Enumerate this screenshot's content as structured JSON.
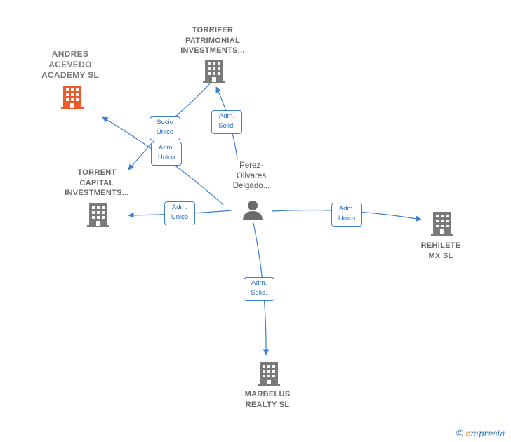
{
  "nodes": {
    "andres": {
      "label": "ANDRES\nACEVEDO\nACADEMY  SL",
      "color": "#f05a28"
    },
    "torrifer": {
      "label": "TORRIFER\nPATRIMONIAL\nINVESTMENTS...",
      "color": "#7a7a7a"
    },
    "torrent": {
      "label": "TORRENT\nCAPITAL\nINVESTMENTS...",
      "color": "#7a7a7a"
    },
    "rehilete": {
      "label": "REHILETE\nMX  SL",
      "color": "#7a7a7a"
    },
    "marbelus": {
      "label": "MARBELUS\nREALTY  SL",
      "color": "#7a7a7a"
    },
    "person": {
      "label": "Perez-\nOlivares\nDelgado...",
      "color": "#6b6b6b"
    }
  },
  "edges": {
    "socio_unico": "Socio\nÚnico",
    "adm_unico_andres": "Adm.\nUnico",
    "adm_solid_torrifer": "Adm.\nSolid.",
    "adm_unico_torrent": "Adm.\nUnico",
    "adm_unico_rehilete": "Adm.\nUnico",
    "adm_solid_marbelus": "Adm.\nSolid."
  },
  "colors": {
    "edge": "#3b7fd1",
    "accent": "#f05a28",
    "building": "#7a7a7a"
  },
  "footer": {
    "copyright": "©",
    "brand_e": "e",
    "brand_rest": "mpresia"
  }
}
